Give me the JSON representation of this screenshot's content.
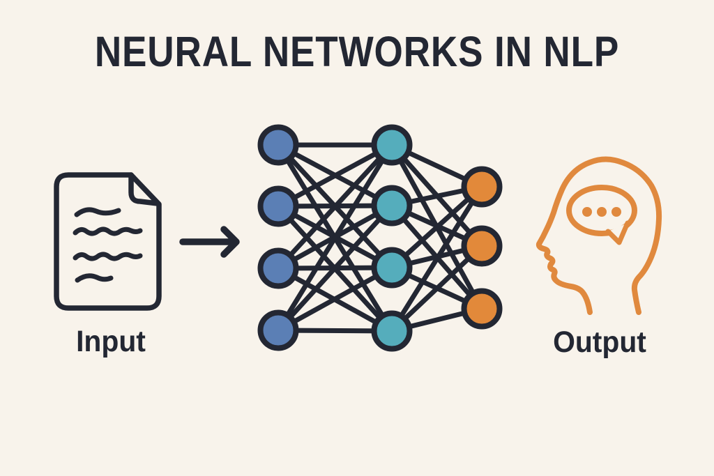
{
  "title": "NEURAL NETWORKS IN NLP",
  "colors": {
    "background": "#f8f3eb",
    "ink": "#232733",
    "input_node": "#5b7fb5",
    "hidden_node": "#55adbc",
    "output_node": "#e2893a",
    "head_accent": "#e0893e"
  },
  "diagram": {
    "input": {
      "icon": "document-icon",
      "label": "Input"
    },
    "arrow": {
      "icon": "arrow-right-icon"
    },
    "network": {
      "layers": [
        {
          "name": "input-layer",
          "node_count": 4,
          "color_key": "input_node"
        },
        {
          "name": "hidden-layer",
          "node_count": 4,
          "color_key": "hidden_node"
        },
        {
          "name": "output-layer",
          "node_count": 3,
          "color_key": "output_node"
        }
      ]
    },
    "output": {
      "icon": "head-speech-bubble-icon",
      "label": "Output",
      "speech_dots": 3
    }
  }
}
